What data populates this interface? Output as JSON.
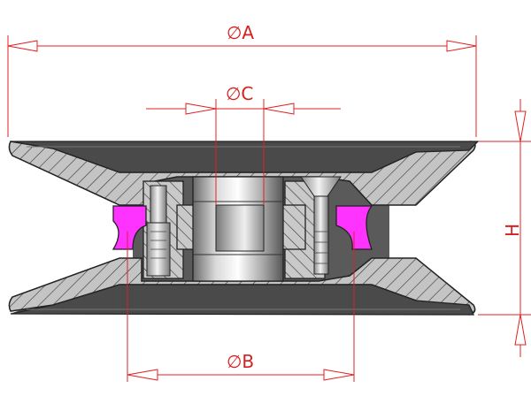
{
  "diagram": {
    "labels": {
      "dim_a": "∅A",
      "dim_b": "∅B",
      "dim_c": "∅C",
      "dim_h": "H"
    },
    "colors": {
      "dimension": "#e02020",
      "hatch_fill": "#bfbfbf",
      "shadow": "#585858",
      "seal": "#ff33ff",
      "outline": "#222222"
    }
  }
}
